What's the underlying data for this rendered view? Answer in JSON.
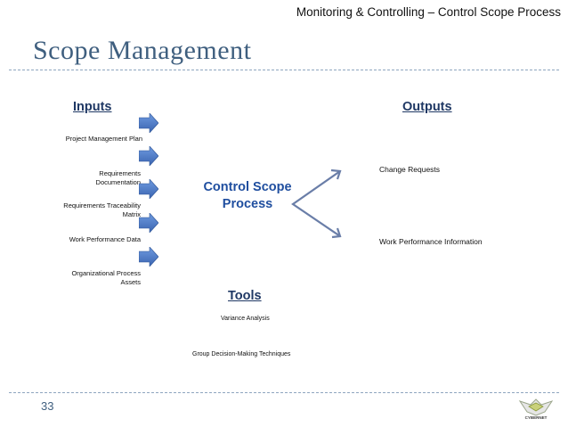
{
  "header": {
    "text": "Monitoring & Controlling – Control Scope Process"
  },
  "title": "Scope Management",
  "inputs": {
    "heading": "Inputs",
    "items": [
      "Project Management Plan",
      "Requirements Documentation",
      "Requirements Traceability Matrix",
      "Work Performance Data",
      "Organizational Process Assets"
    ]
  },
  "process": {
    "label": "Control Scope Process"
  },
  "outputs": {
    "heading": "Outputs",
    "items": [
      "Change Requests",
      "Work Performance Information"
    ]
  },
  "tools": {
    "heading": "Tools",
    "items": [
      "Variance Analysis",
      "Group Decision-Making Techniques"
    ]
  },
  "footer": {
    "page_number": "33",
    "logo_text": "CYBERNET"
  },
  "colors": {
    "title": "#3f5f7f",
    "heading": "#1f3864",
    "process": "#1f4e9f",
    "arrow": "#4a78c2",
    "connector": "#6a7ea8"
  }
}
